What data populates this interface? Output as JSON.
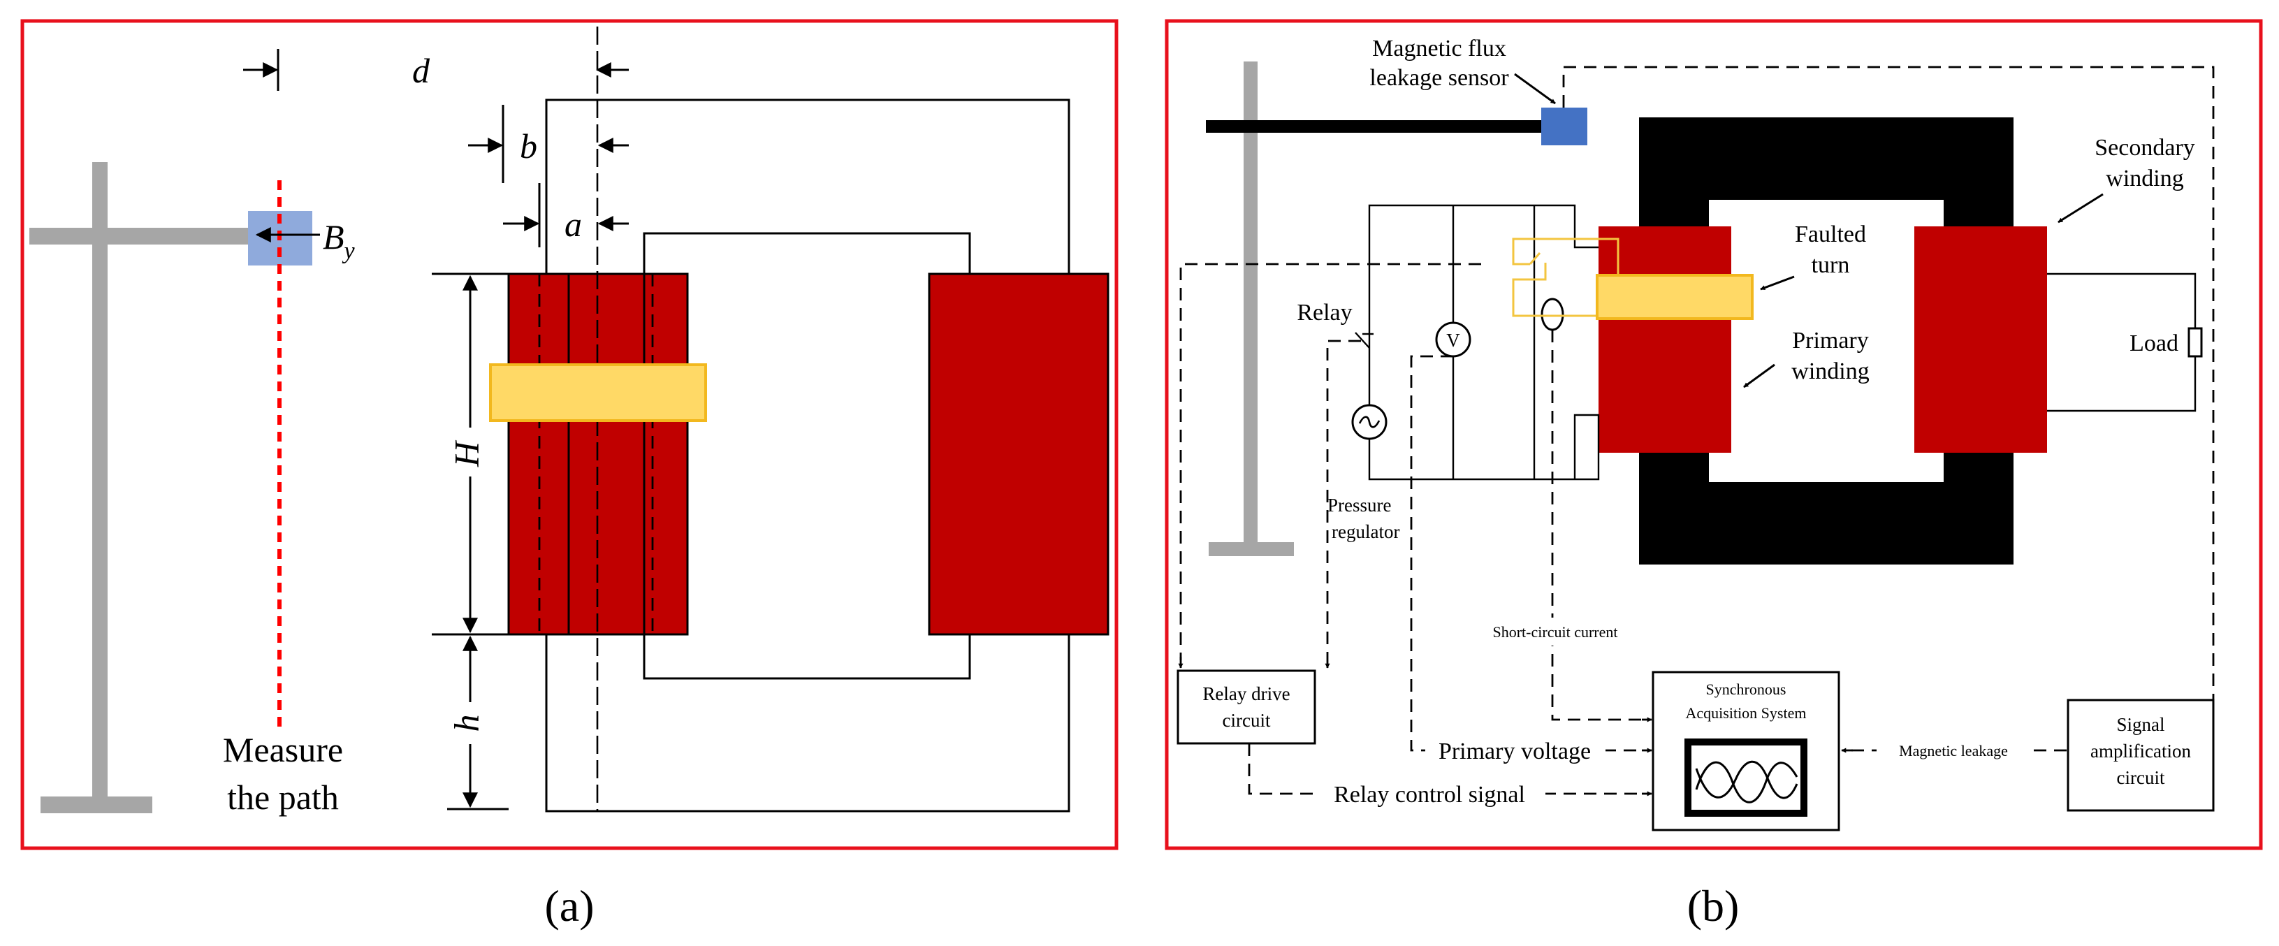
{
  "colors": {
    "frame_border": "#e8101c",
    "winding_red": "#c00000",
    "faulted_turn_yellow": "#ffd966",
    "faulted_turn_edge": "#f2b81e",
    "sensor_light_blue": "#8faadc",
    "sensor_blue": "#4472c4",
    "stand_gray": "#a6a6a6",
    "core_black": "#000000",
    "measure_path_red": "#ff0000",
    "signal_yellow": "#f3c540"
  },
  "panel_a": {
    "caption": "(a)",
    "label_d": "d",
    "label_b": "b",
    "label_a": "a",
    "label_H": "H",
    "label_h": "h",
    "label_By_main": "B",
    "label_By_sub": "y",
    "measure_line1": "Measure",
    "measure_line2": "the path"
  },
  "panel_b": {
    "caption": "(b)",
    "sensor_line1": "Magnetic flux",
    "sensor_line2": "leakage sensor",
    "secondary_line1": "Secondary",
    "secondary_line2": "winding",
    "faulted_line1": "Faulted",
    "faulted_line2": "turn",
    "primary_line1": "Primary",
    "primary_line2": "winding",
    "relay": "Relay",
    "voltmeter": "V",
    "load": "Load",
    "regulator_line1": "Pressure",
    "regulator_line2": "regulator",
    "short_circuit": "Short-circuit current",
    "sync_line1": "Synchronous",
    "sync_line2": "Acquisition System",
    "relay_drive_line1": "Relay drive",
    "relay_drive_line2": "circuit",
    "signal_amp_line1": "Signal",
    "signal_amp_line2": "amplification",
    "signal_amp_line3": "circuit",
    "primary_voltage": "Primary voltage",
    "magnetic_leakage": "Magnetic leakage",
    "relay_control": "Relay control signal"
  }
}
